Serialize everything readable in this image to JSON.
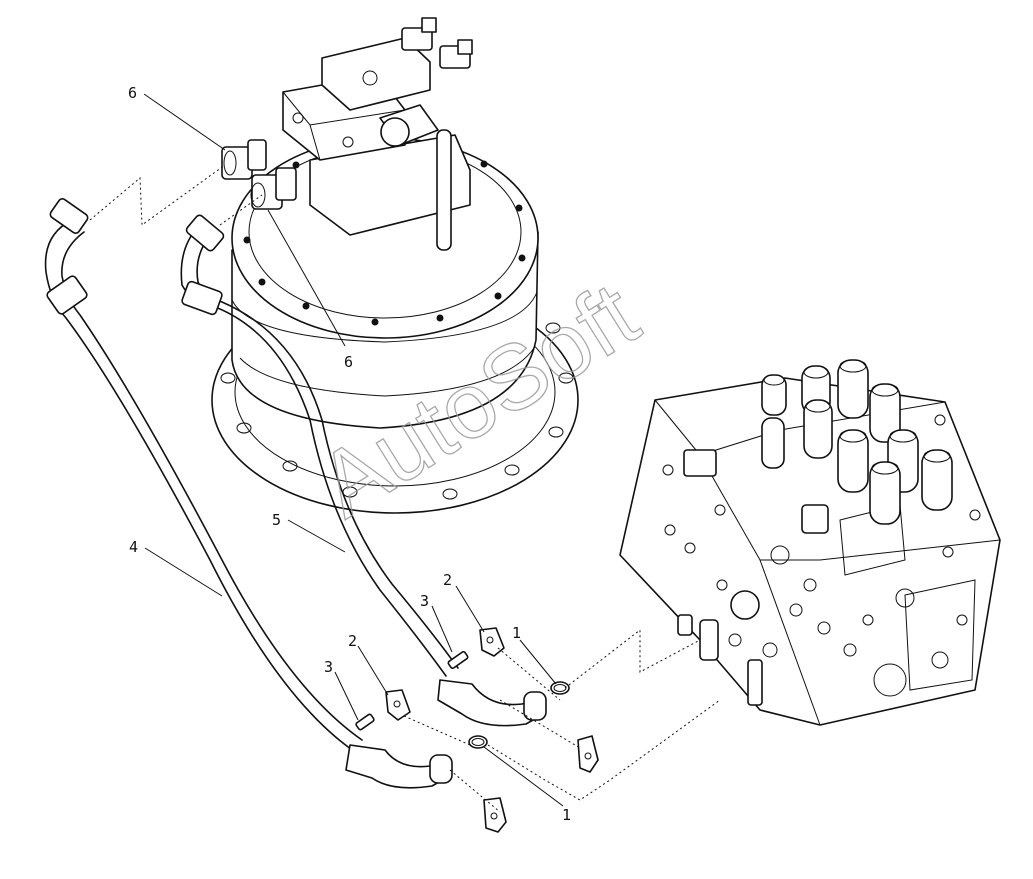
{
  "watermark": "AutoSoft",
  "callouts": [
    {
      "id": "c6a",
      "label": "6"
    },
    {
      "id": "c6b",
      "label": "6"
    },
    {
      "id": "c5",
      "label": "5"
    },
    {
      "id": "c4",
      "label": "4"
    },
    {
      "id": "c3a",
      "label": "3"
    },
    {
      "id": "c2a",
      "label": "2"
    },
    {
      "id": "c1a",
      "label": "1"
    },
    {
      "id": "c3b",
      "label": "3"
    },
    {
      "id": "c2b",
      "label": "2"
    },
    {
      "id": "c1b",
      "label": "1"
    }
  ]
}
